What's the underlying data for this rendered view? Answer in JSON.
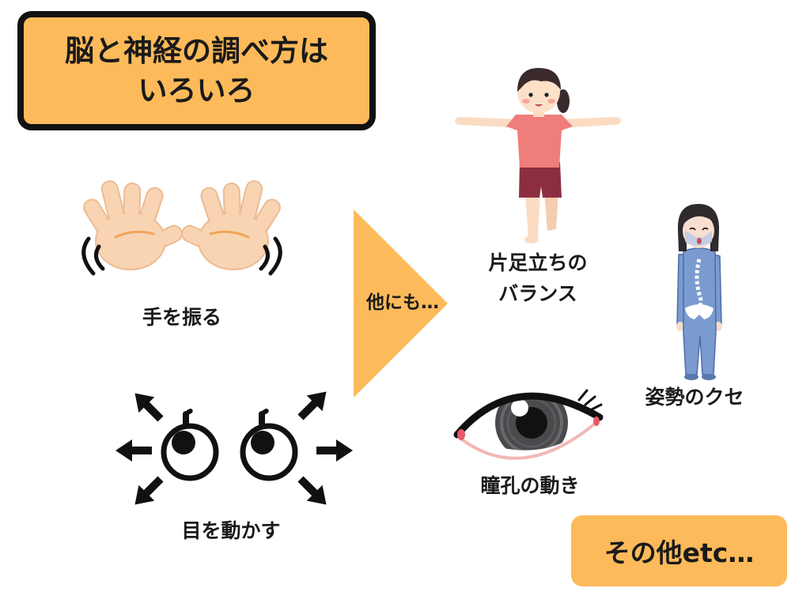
{
  "title": {
    "line1": "脳と神経の調べ方は",
    "line2": "いろいろ"
  },
  "items": {
    "wave_hands": "手を振る",
    "move_eyes": "目を動かす",
    "one_leg_line1": "片足立ちの",
    "one_leg_line2": "バランス",
    "posture": "姿勢のクセ",
    "pupil": "瞳孔の動き"
  },
  "arrow_label": "他にも…",
  "others_box": "その他etc…",
  "colors": {
    "accent": "#FDBA5A",
    "border": "#111111",
    "background": "#FFFFFF"
  }
}
